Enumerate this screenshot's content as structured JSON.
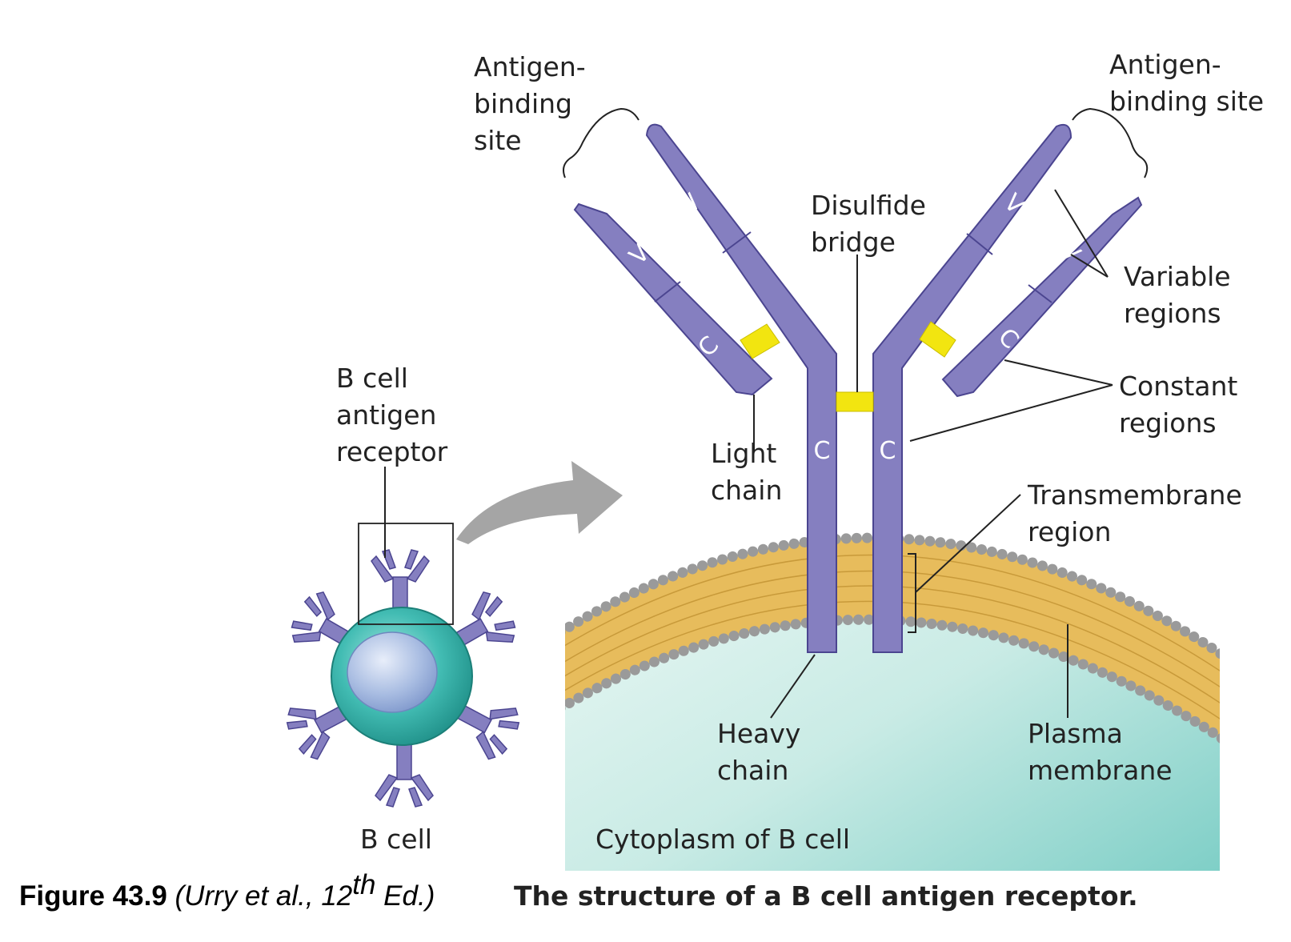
{
  "labels": {
    "antigen_binding_left": [
      "Antigen-",
      "binding",
      "site"
    ],
    "antigen_binding_right": [
      "Antigen-",
      "binding site"
    ],
    "disulfide": [
      "Disulfide",
      "bridge"
    ],
    "variable": [
      "Variable",
      "regions"
    ],
    "constant": [
      "Constant",
      "regions"
    ],
    "transmembrane": [
      "Transmembrane",
      "region"
    ],
    "light_chain": [
      "Light",
      "chain"
    ],
    "heavy_chain": [
      "Heavy",
      "chain"
    ],
    "plasma_membrane": [
      "Plasma",
      "membrane"
    ],
    "bcr": [
      "B cell",
      "antigen",
      "receptor"
    ],
    "b_cell": "B cell",
    "cytoplasm": "Cytoplasm of B cell"
  },
  "domains": {
    "variable": "V",
    "constant": "C"
  },
  "caption": {
    "figure": "Figure 43.9",
    "source_pre": " (Urry et al., 12",
    "source_sup": "th",
    "source_post": " Ed.)",
    "title": "The structure of a B cell antigen receptor."
  },
  "colors": {
    "chain": "#857fc0",
    "chain_edge": "#4b4590",
    "disulfide": "#f2e510",
    "membrane_core": "#e7bc5c",
    "lipid_head": "#9a9a9a",
    "cytoplasm": "#bfe6e0",
    "cell": "#4bbcb4",
    "nucleus": "#9ab4dc",
    "arrow": "#a5a5a5"
  }
}
